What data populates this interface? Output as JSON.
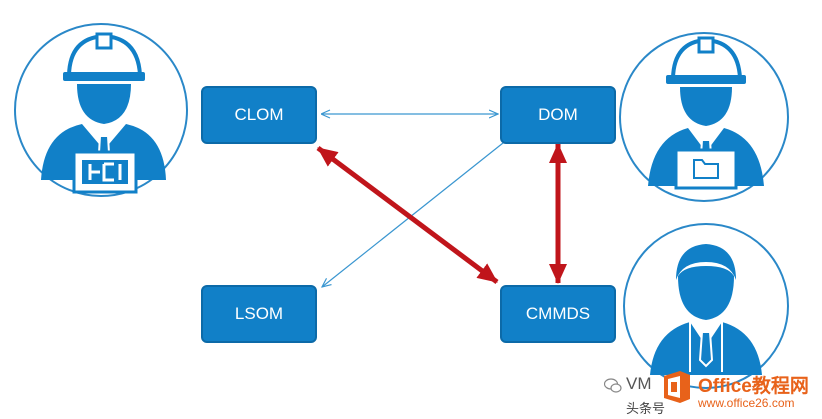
{
  "nodes": {
    "clom": "CLOM",
    "dom": "DOM",
    "lsom": "LSOM",
    "cmmds": "CMMDS"
  },
  "colors": {
    "box_fill": "#1180c8",
    "thin_arrow": "#3a96d0",
    "thick_arrow": "#c0151b",
    "circle_stroke": "#2a88c8",
    "person_fill": "#1180c8"
  },
  "icons": {
    "top_left": "engineer-with-hardhat-and-chip-icon",
    "top_right": "engineer-with-hardhat-and-folder-icon",
    "bottom_right": "businessman-with-tie-icon"
  },
  "watermark": {
    "line1": "VM",
    "site": "Office教程网",
    "url": "www.office26.com",
    "line2": "头条号"
  }
}
